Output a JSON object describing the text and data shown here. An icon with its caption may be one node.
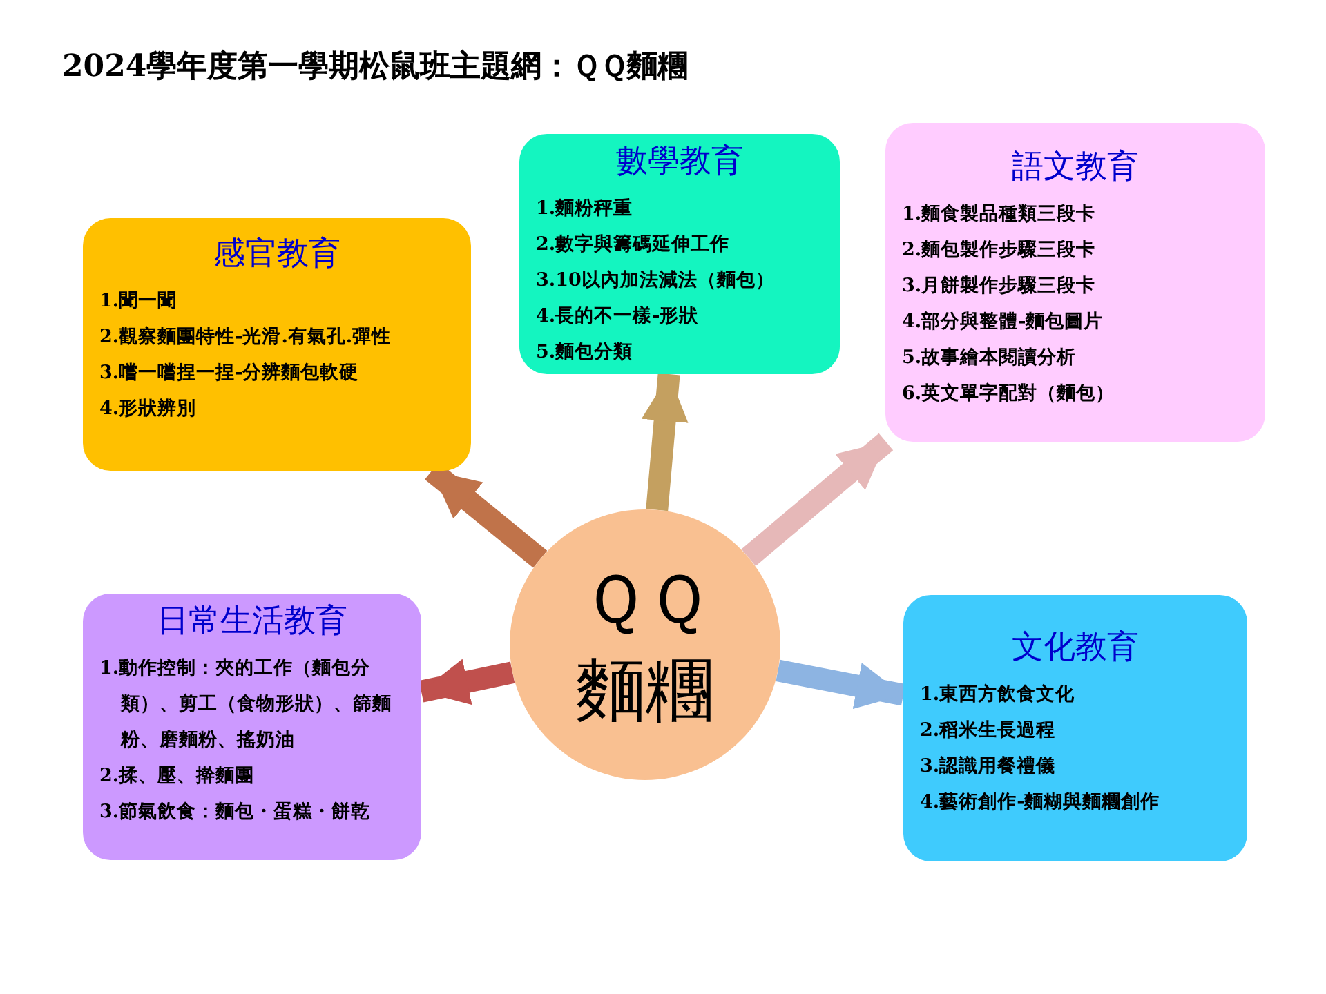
{
  "diagram": {
    "title": "2024學年度第一學期松鼠班主題網：ＱＱ麵糰",
    "nodes": [
      {
        "text": [
          "感官教育",
          "1.聞一聞",
          "2.觀察麵團特性-光滑.有氣孔.彈性",
          "3.嚐一嚐捏一捏-分辨麵包軟硬",
          "4.形狀辨別"
        ]
      },
      {
        "text": [
          "數學教育",
          "1.麵粉秤重",
          "2.數字與籌碼延伸工作",
          "3.10以內加法減法（麵包）",
          "4.長的不一樣-形狀",
          "5.麵包分類"
        ]
      },
      {
        "text": [
          "語文教育",
          "1.麵食製品種類三段卡",
          "2.麵包製作步驟三段卡",
          "3.月餅製作步驟三段卡",
          "4.部分與整體-麵包圖片",
          "5.故事繪本閱讀分析",
          "6.英文單字配對（麵包）"
        ]
      },
      {
        "text": [
          "ＱＱ麵糰"
        ]
      },
      {
        "text": [
          "日常生活教育",
          "1.動作控制：夾的工作（麵包分類）、剪工（食物形狀）、篩麵粉、磨麵粉、搖奶油",
          "2.揉、壓、擀麵團",
          "3.節氣飲食：麵包・蛋糕・餅乾"
        ]
      },
      {
        "text": [
          "文化教育",
          "1.東西方飲食文化",
          "2.稻米生長過程",
          "3.認識用餐禮儀",
          "4.藝術創作-麵糊與麵糰創作"
        ]
      }
    ],
    "edges": [
      {
        "from": 3,
        "to": 1,
        "arrow": "to",
        "color": "#c4a060"
      },
      {
        "from": 3,
        "to": 2,
        "arrow": "to",
        "color": "#e6b8b8"
      },
      {
        "from": 3,
        "to": 5,
        "arrow": "to",
        "color": "#8db4e2"
      },
      {
        "from": 3,
        "to": 4,
        "arrow": "to",
        "color": "#c0504d"
      },
      {
        "from": 3,
        "to": 0,
        "arrow": "to",
        "color": "#c0734a"
      }
    ]
  }
}
